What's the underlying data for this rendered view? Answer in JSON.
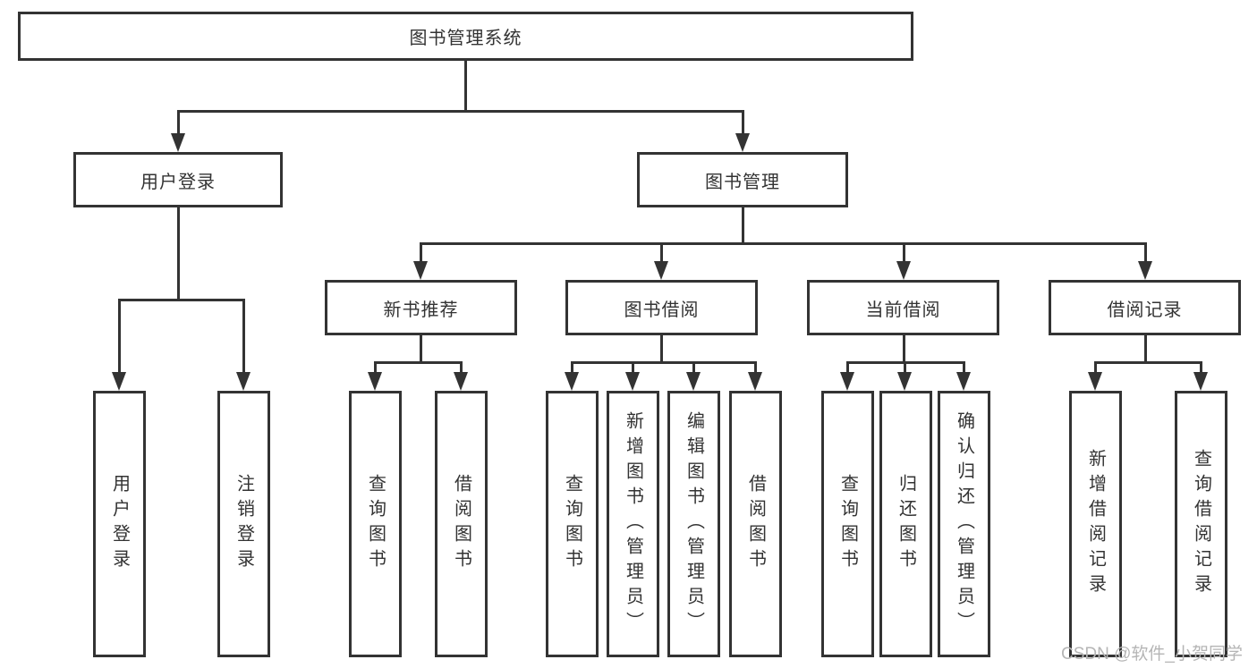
{
  "diagram": {
    "root": {
      "label": "图书管理系统"
    },
    "level2": [
      {
        "label": "用户登录"
      },
      {
        "label": "图书管理"
      }
    ],
    "level3": [
      {
        "label": "新书推荐"
      },
      {
        "label": "图书借阅"
      },
      {
        "label": "当前借阅"
      },
      {
        "label": "借阅记录"
      }
    ],
    "leaves": {
      "login": [
        "用户登录",
        "注销登录"
      ],
      "new_books": [
        "查询图书",
        "借阅图书"
      ],
      "borrowing": [
        "查询图书",
        "新增图书（管理员）",
        "编辑图书（管理员）",
        "借阅图书"
      ],
      "current": [
        "查询图书",
        "归还图书",
        "确认归还（管理员）"
      ],
      "records": [
        "新增借阅记录",
        "查询借阅记录"
      ]
    }
  },
  "watermark": {
    "text": "CSDN @软件_小贺同学"
  },
  "colors": {
    "line": "#333333",
    "text": "#333333",
    "watermark": "#b5b5b5",
    "background": "#ffffff"
  }
}
